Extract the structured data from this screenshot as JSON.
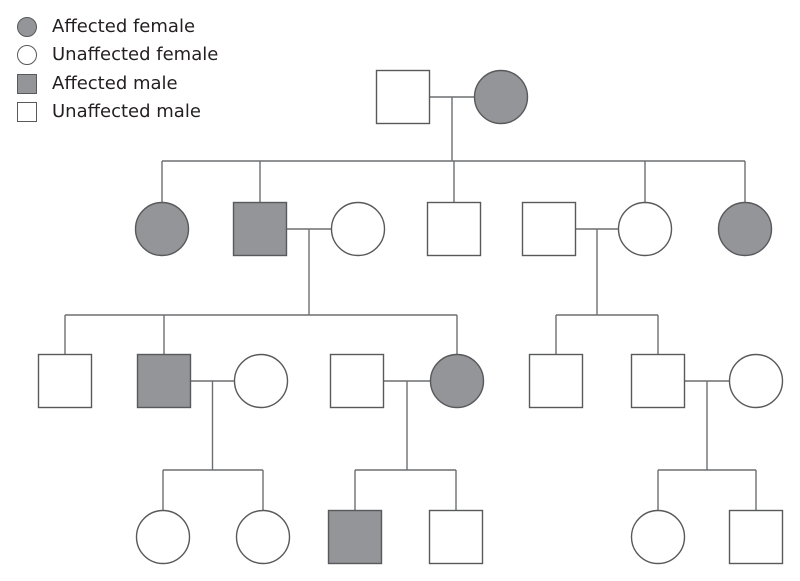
{
  "colors": {
    "affected": "#939598",
    "unaffected": "#ffffff",
    "stroke": "#58595b",
    "line": "#6d6e71"
  },
  "legend": [
    {
      "key": "affected-female",
      "label": "Affected female",
      "shape": "circle",
      "affected": true
    },
    {
      "key": "unaffected-female",
      "label": "Unaffected female",
      "shape": "circle",
      "affected": false
    },
    {
      "key": "affected-male",
      "label": "Affected male",
      "shape": "square",
      "affected": true
    },
    {
      "key": "unaffected-male",
      "label": "Unaffected male",
      "shape": "square",
      "affected": false
    }
  ],
  "pedigree": {
    "generations": 4,
    "individuals": [
      {
        "id": "g1-m",
        "generation": 1,
        "sex": "male",
        "affected": false
      },
      {
        "id": "g1-f",
        "generation": 1,
        "sex": "female",
        "affected": true
      },
      {
        "id": "g2-1",
        "generation": 2,
        "sex": "female",
        "affected": true
      },
      {
        "id": "g2-2",
        "generation": 2,
        "sex": "male",
        "affected": true
      },
      {
        "id": "g2-2s",
        "generation": 2,
        "sex": "female",
        "affected": false
      },
      {
        "id": "g2-3",
        "generation": 2,
        "sex": "male",
        "affected": false
      },
      {
        "id": "g2-4s",
        "generation": 2,
        "sex": "male",
        "affected": false
      },
      {
        "id": "g2-4",
        "generation": 2,
        "sex": "female",
        "affected": false
      },
      {
        "id": "g2-5",
        "generation": 2,
        "sex": "female",
        "affected": true
      },
      {
        "id": "g3-1",
        "generation": 3,
        "sex": "male",
        "affected": false
      },
      {
        "id": "g3-2",
        "generation": 3,
        "sex": "male",
        "affected": true
      },
      {
        "id": "g3-2s",
        "generation": 3,
        "sex": "female",
        "affected": false
      },
      {
        "id": "g3-3s",
        "generation": 3,
        "sex": "male",
        "affected": false
      },
      {
        "id": "g3-3",
        "generation": 3,
        "sex": "female",
        "affected": true
      },
      {
        "id": "g3-4",
        "generation": 3,
        "sex": "male",
        "affected": false
      },
      {
        "id": "g3-5",
        "generation": 3,
        "sex": "male",
        "affected": false
      },
      {
        "id": "g3-5s",
        "generation": 3,
        "sex": "female",
        "affected": false
      },
      {
        "id": "g4-1",
        "generation": 4,
        "sex": "female",
        "affected": false
      },
      {
        "id": "g4-2",
        "generation": 4,
        "sex": "female",
        "affected": false
      },
      {
        "id": "g4-3",
        "generation": 4,
        "sex": "male",
        "affected": true
      },
      {
        "id": "g4-4",
        "generation": 4,
        "sex": "male",
        "affected": false
      },
      {
        "id": "g4-5",
        "generation": 4,
        "sex": "female",
        "affected": false
      },
      {
        "id": "g4-6",
        "generation": 4,
        "sex": "male",
        "affected": false
      }
    ],
    "couples": [
      {
        "id": "c1",
        "partners": [
          "g1-m",
          "g1-f"
        ],
        "children": [
          "g2-1",
          "g2-2",
          "g2-3",
          "g2-4",
          "g2-5"
        ]
      },
      {
        "id": "c2",
        "partners": [
          "g2-2",
          "g2-2s"
        ],
        "children": [
          "g3-1",
          "g3-2",
          "g3-3"
        ]
      },
      {
        "id": "c3",
        "partners": [
          "g2-4s",
          "g2-4"
        ],
        "children": [
          "g3-4",
          "g3-5"
        ]
      },
      {
        "id": "c4",
        "partners": [
          "g3-2",
          "g3-2s"
        ],
        "children": [
          "g4-1",
          "g4-2"
        ]
      },
      {
        "id": "c5",
        "partners": [
          "g3-3s",
          "g3-3"
        ],
        "children": [
          "g4-3",
          "g4-4"
        ]
      },
      {
        "id": "c6",
        "partners": [
          "g3-5",
          "g3-5s"
        ],
        "children": [
          "g4-5",
          "g4-6"
        ]
      }
    ]
  }
}
